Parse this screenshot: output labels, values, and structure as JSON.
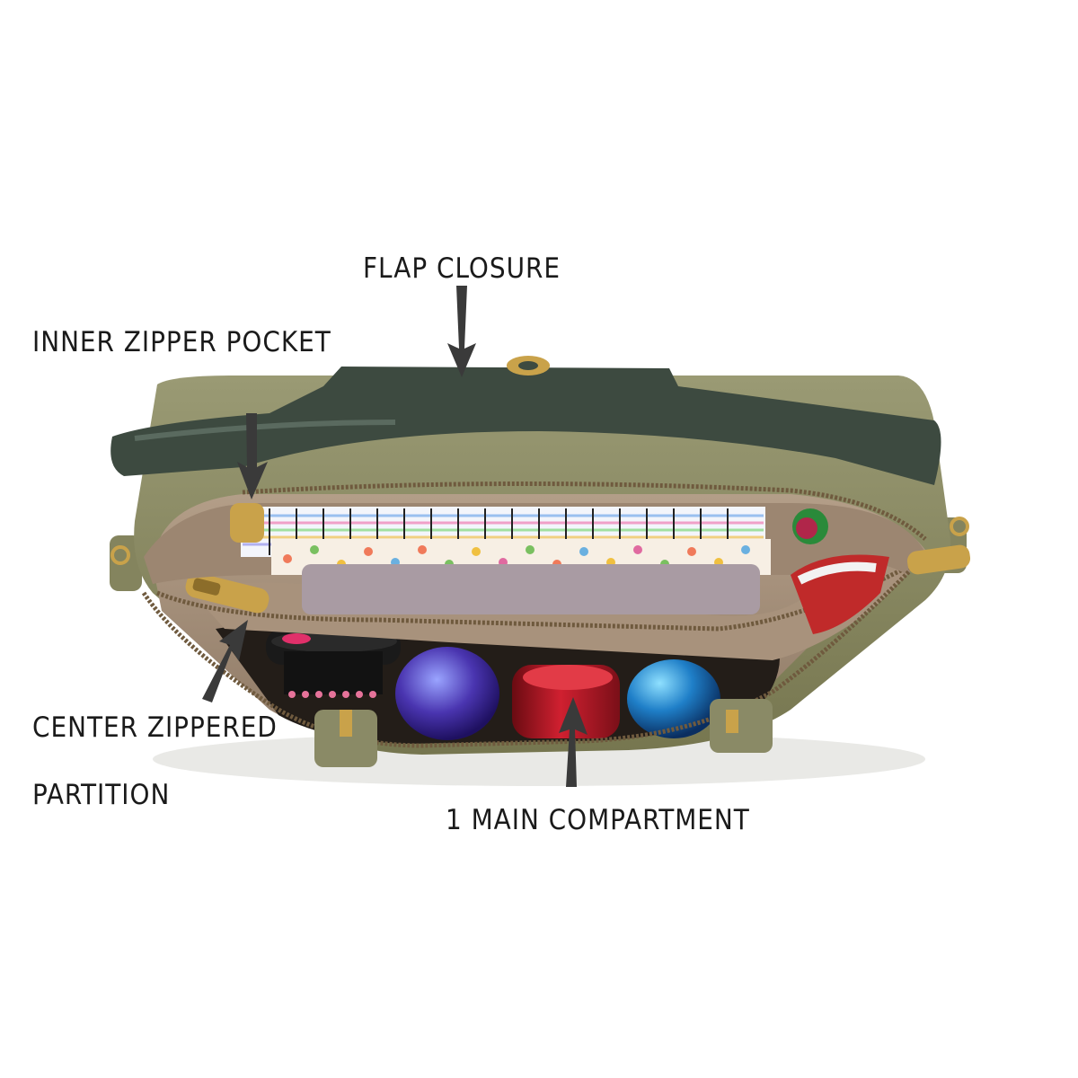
{
  "labels": {
    "flap_closure": "FLAP CLOSURE",
    "inner_zipper_pocket": "INNER ZIPPER POCKET",
    "center_zippered_line1": "CENTER ZIPPERED",
    "center_zippered_line2": "PARTITION",
    "main_compartment": "1 MAIN COMPARTMENT"
  },
  "colors": {
    "bag_body": "#8a8a66",
    "flap": "#3d4a40",
    "lining": "#a08b78",
    "zipper": "#c9a24a",
    "arrow": "#3a3a3a",
    "label_text": "#1a1a1a"
  }
}
